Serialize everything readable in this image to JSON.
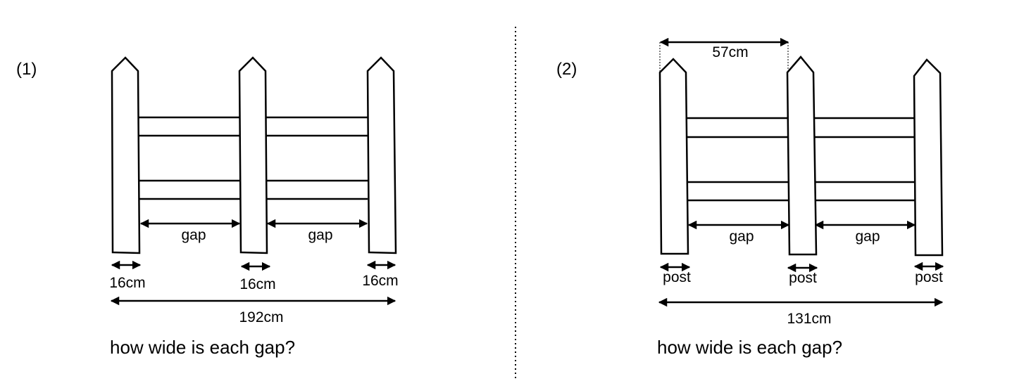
{
  "divider": {
    "style": "dotted",
    "color": "#000000"
  },
  "problems": [
    {
      "number": "(1)",
      "post_labels": [
        "16cm",
        "16cm",
        "16cm"
      ],
      "gap_labels": [
        "gap",
        "gap"
      ],
      "total_label": "192cm",
      "question": "how wide is each gap?"
    },
    {
      "number": "(2)",
      "top_label": "57cm",
      "post_labels": [
        "post",
        "post",
        "post"
      ],
      "gap_labels": [
        "gap",
        "gap"
      ],
      "total_label": "131cm",
      "question": "how wide is each gap?"
    }
  ]
}
